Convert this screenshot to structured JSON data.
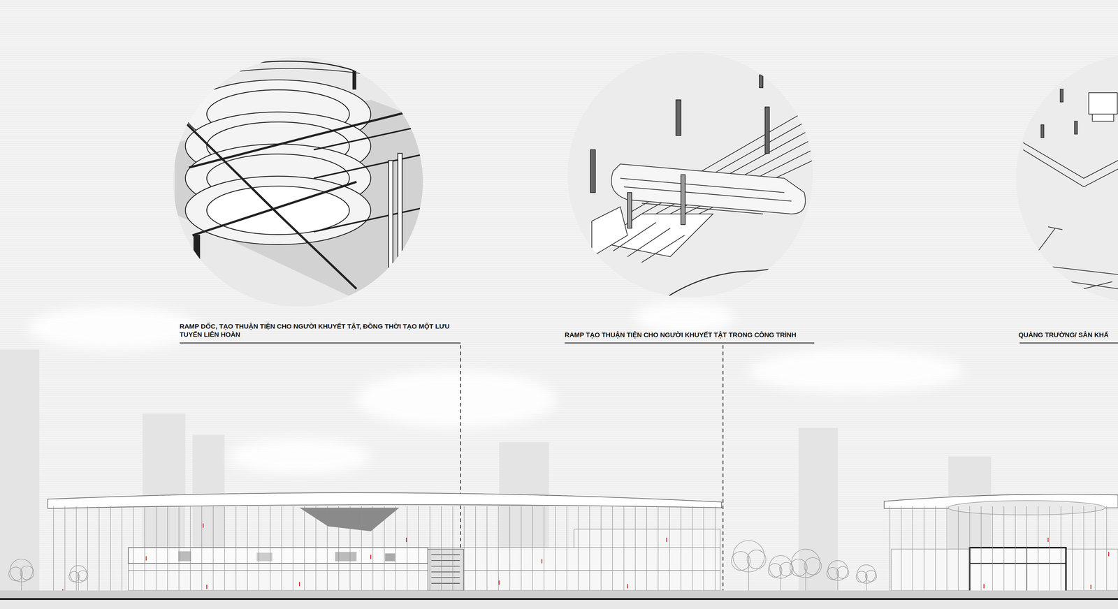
{
  "diagram": {
    "labels": [
      "RAMP DỐC, TẠO THUẬN TIỆN CHO NGƯỜI KHUYẾT TẬT, ĐỒNG THỜI TẠO MỘT LƯU TUYẾN LIÊN HOÀN",
      "RAMP TẠO THUẬN TIỆN CHO NGƯỜI KHUYẾT TẬT TRONG CÔNG TRÌNH",
      "QUẢNG TRƯỜNG/ SÂN KHẤ"
    ]
  }
}
